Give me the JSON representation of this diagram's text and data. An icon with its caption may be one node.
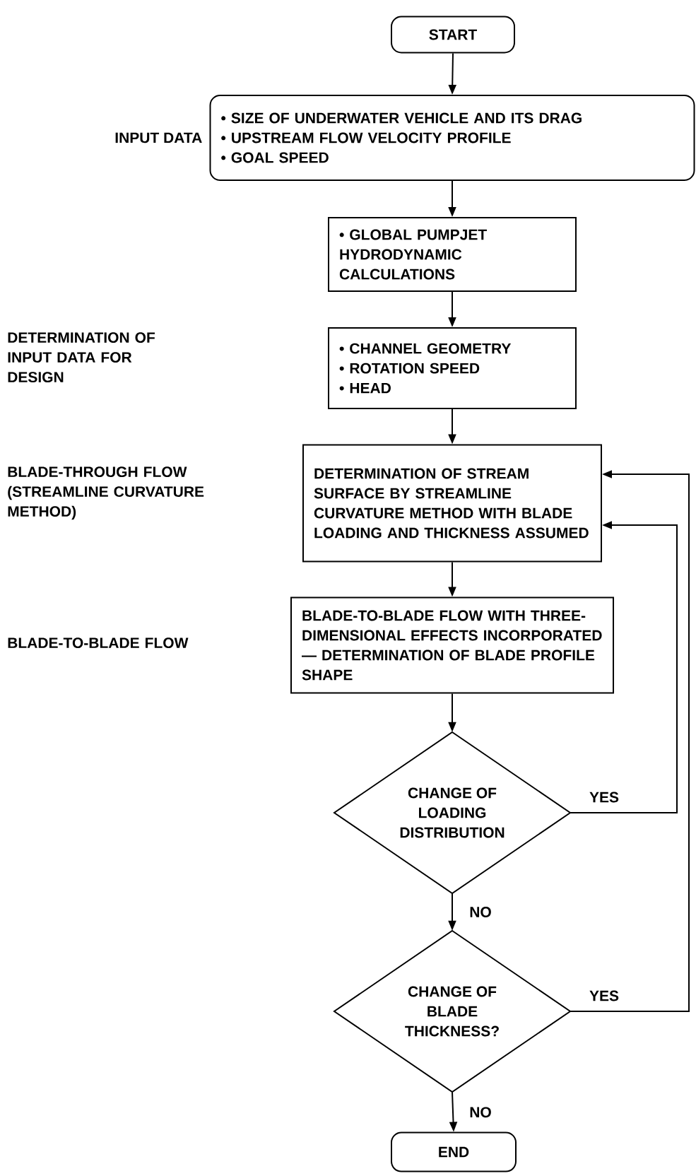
{
  "diagram": {
    "nodes": [
      {
        "text": [
          "START"
        ]
      },
      {
        "text": [
          "• SIZE OF UNDERWATER VEHICLE AND ITS DRAG",
          "• UPSTREAM FLOW VELOCITY PROFILE",
          "• GOAL SPEED"
        ],
        "beside": [
          "INPUT DATA"
        ]
      },
      {
        "text": [
          "• GLOBAL PUMPJET HYDRODYNAMIC CALCULATIONS"
        ]
      },
      {
        "text": [
          "• CHANNEL GEOMETRY",
          "• ROTATION SPEED",
          "• HEAD"
        ]
      },
      {
        "text": [
          "DETERMINATION OF STREAM SURFACE BY STREAMLINE CURVATURE METHOD WITH BLADE LOADING AND THICKNESS ASSUMED"
        ]
      },
      {
        "text": [
          "BLADE-TO-BLADE FLOW WITH THREE-DIMENSIONAL EFFECTS INCORPORATED — DETERMINATION OF BLADE PROFILE SHAPE"
        ]
      },
      {
        "text": [
          "CHANGE OF LOADING DISTRIBUTION"
        ]
      },
      {
        "text": [
          "CHANGE OF BLADE THICKNESS?"
        ]
      },
      {
        "text": [
          "END"
        ]
      }
    ],
    "edges": [
      {
        "from": 0,
        "to": 1,
        "arrow": "to"
      },
      {
        "from": 1,
        "to": 2,
        "arrow": "to"
      },
      {
        "from": 2,
        "to": 3,
        "arrow": "to"
      },
      {
        "from": 3,
        "to": 4,
        "arrow": "to"
      },
      {
        "from": 4,
        "to": 5,
        "arrow": "to"
      },
      {
        "from": 5,
        "to": 6,
        "arrow": "to"
      },
      {
        "from": 6,
        "to": 7,
        "arrow": "to",
        "label": "NO"
      },
      {
        "from": 7,
        "to": 8,
        "arrow": "to",
        "label": "NO"
      },
      {
        "from": 6,
        "to": 4,
        "arrow": "to",
        "label": "YES"
      },
      {
        "from": 7,
        "to": 4,
        "arrow": "to",
        "label": "YES"
      }
    ],
    "labels": [
      "DETERMINATION OF INPUT DATA FOR DESIGN",
      "BLADE-THROUGH FLOW (STREAMLINE CURVATURE METHOD)",
      "BLADE-TO-BLADE FLOW"
    ]
  }
}
